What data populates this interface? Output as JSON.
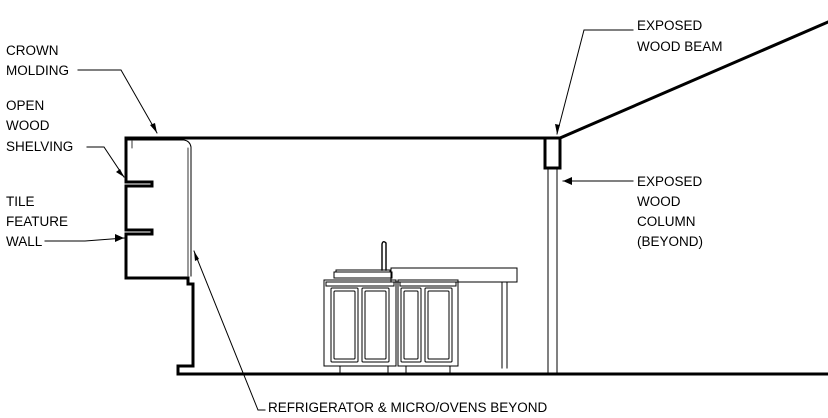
{
  "labels": {
    "crown_molding": [
      "CROWN",
      "MOLDING"
    ],
    "open_wood_shelving": [
      "OPEN",
      "WOOD",
      "SHELVING"
    ],
    "tile_feature_wall": [
      "TILE",
      "FEATURE",
      "WALL"
    ],
    "exposed_wood_beam": [
      "EXPOSED",
      "WOOD BEAM"
    ],
    "exposed_wood_column": [
      "EXPOSED",
      "WOOD",
      "COLUMN",
      "(BEYOND)"
    ],
    "refrigerator": "REFRIGERATOR & MICRO/OVENS BEYOND"
  },
  "colors": {
    "line": "#000000",
    "background": "#ffffff"
  }
}
